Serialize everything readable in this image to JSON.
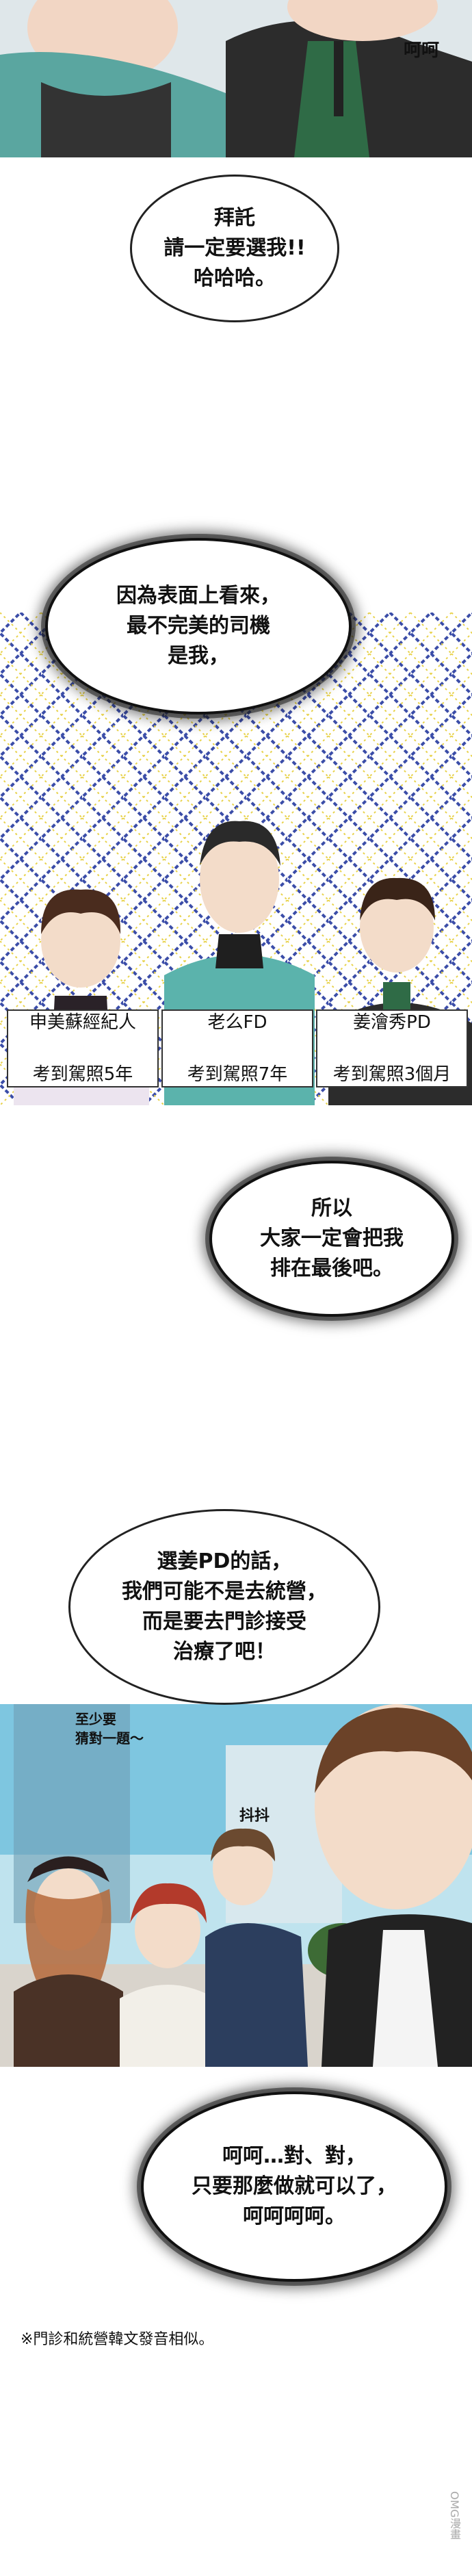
{
  "top_panel": {
    "sfx": "呵呵"
  },
  "bubbles": {
    "b1": "拜託\n請一定要選我!!\n哈哈哈。",
    "b2": "因為表面上看來，\n最不完美的司機\n是我，",
    "b3": "所以\n大家一定會把我\n排在最後吧。",
    "b4": "選姜PD的話，\n我們可能不是去統營，\n而是要去門診接受\n治療了吧！",
    "b5": "呵呵…對、對，\n只要那麼做就可以了，\n呵呵呵呵。"
  },
  "captions": [
    {
      "name": "申美蘇經紀人",
      "detail": "考到駕照5年"
    },
    {
      "name": "老么FD",
      "detail": "考到駕照7年"
    },
    {
      "name": "姜澮秀PD",
      "detail": "考到駕照3個月"
    }
  ],
  "sfx": {
    "small_talk": "至少要\n猜對一題～",
    "shake": "抖抖"
  },
  "footnote": "※門診和統營韓文發音相似。",
  "watermark": "OMG漫畫"
}
